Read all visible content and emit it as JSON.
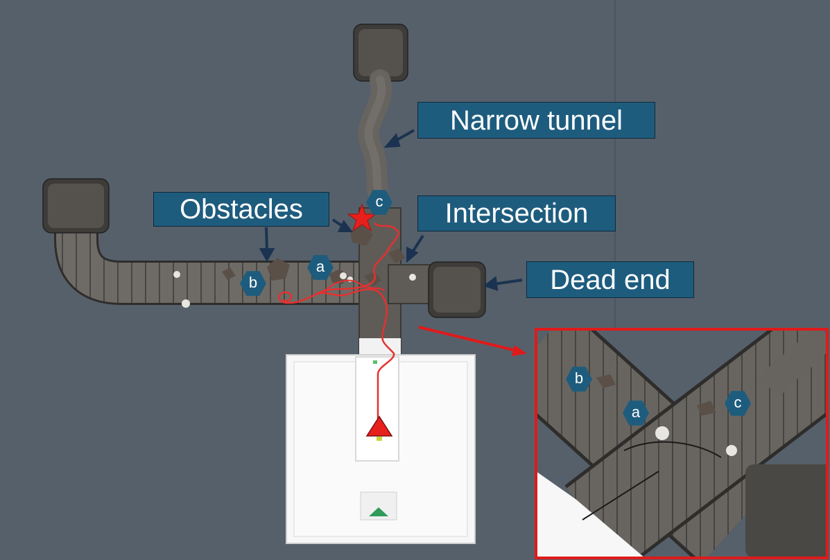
{
  "labels": {
    "narrow_tunnel": "Narrow tunnel",
    "obstacles": "Obstacles",
    "intersection": "Intersection",
    "dead_end": "Dead end"
  },
  "markers": {
    "a": "a",
    "b": "b",
    "c": "c"
  },
  "colors": {
    "background": "#56606b",
    "label_fill": "#1e5c7e",
    "label_text": "#ffffff",
    "path": "#e53030",
    "goal_star": "#e8201c",
    "start_triangle": "#e8201c",
    "inset_border": "#e01a1a",
    "callout_arrow": "#1b3350"
  },
  "icons": {
    "goal": "star-icon",
    "start": "triangle-icon"
  }
}
